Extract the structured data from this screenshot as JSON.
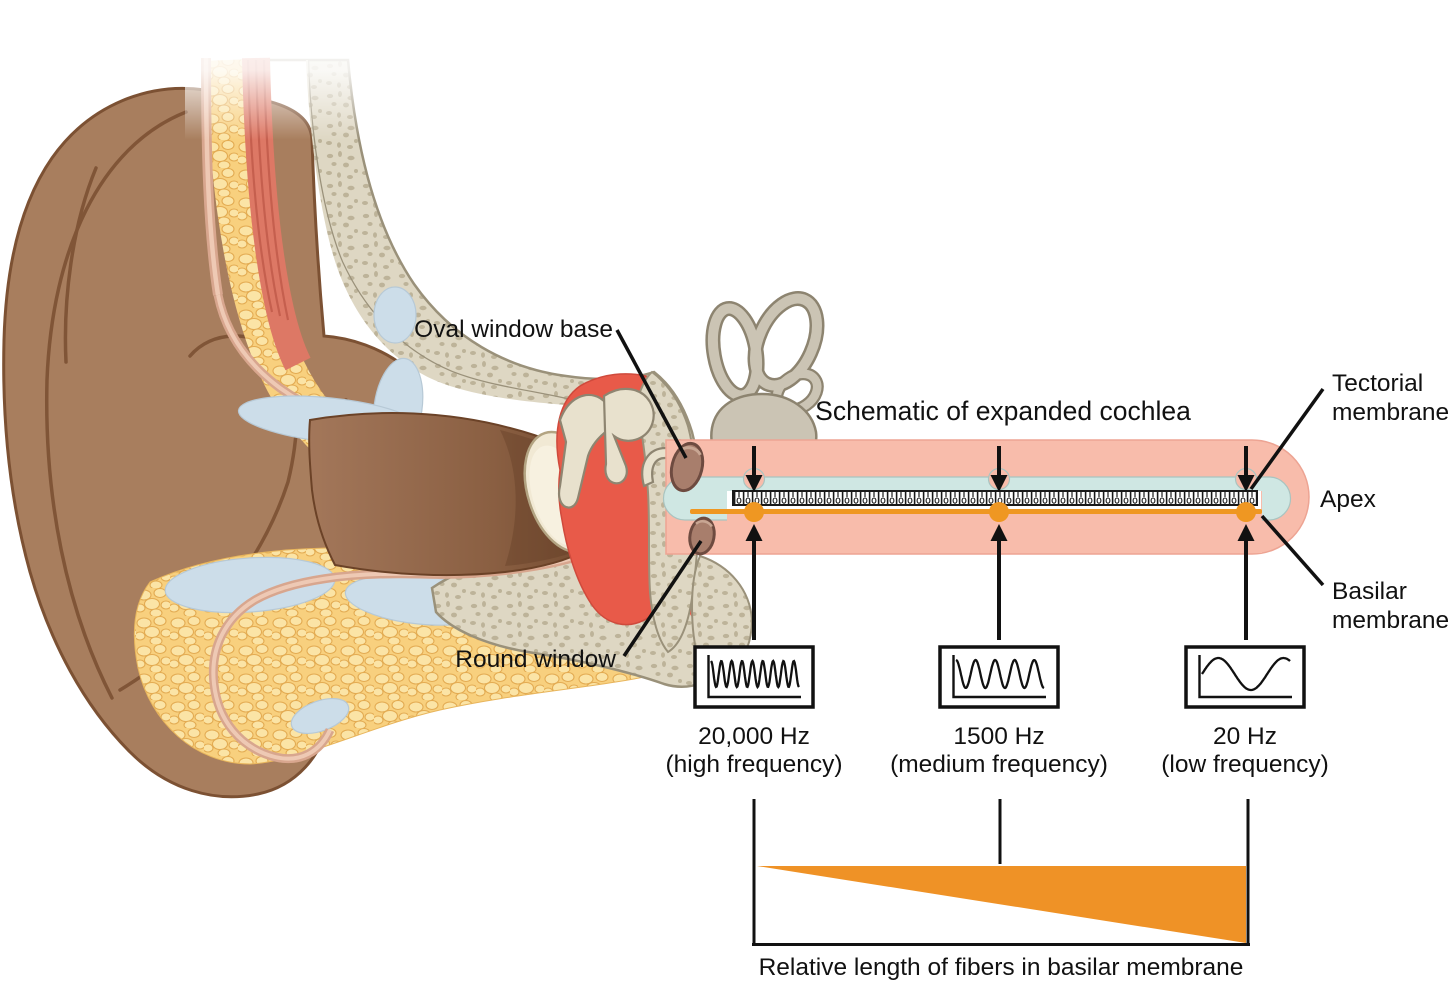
{
  "figure": {
    "labels": {
      "oval_window": "Oval window base",
      "round_window": "Round window",
      "schematic_title": "Schematic of expanded cochlea",
      "tectorial_line1": "Tectorial",
      "tectorial_line2": "membrane",
      "apex": "Apex",
      "basilar_line1": "Basilar",
      "basilar_line2": "membrane"
    },
    "frequencies": [
      {
        "hz": "20,000 Hz",
        "descriptor": "(high frequency)",
        "level": "high",
        "cycles": 8.5
      },
      {
        "hz": "1500 Hz",
        "descriptor": "(medium frequency)",
        "level": "medium",
        "cycles": 4.5
      },
      {
        "hz": "20 Hz",
        "descriptor": "(low frequency)",
        "level": "low",
        "cycles": 1.35
      }
    ],
    "fiber_chart": {
      "caption": "Relative length of fibers in basilar membrane"
    },
    "colors": {
      "tube_pink": "#f8bcab",
      "duct_blue": "#cfe7e3",
      "membrane_orange": "#ef9722",
      "triangle_orange": "#ef9226",
      "cavity_red": "#e85a49",
      "bone_cream": "#ded7c3",
      "fat_yellow": "#f8d07e",
      "pinna_brown": "#a87e5e",
      "canal_brown": "#8a5f42",
      "ink": "#111111"
    }
  }
}
